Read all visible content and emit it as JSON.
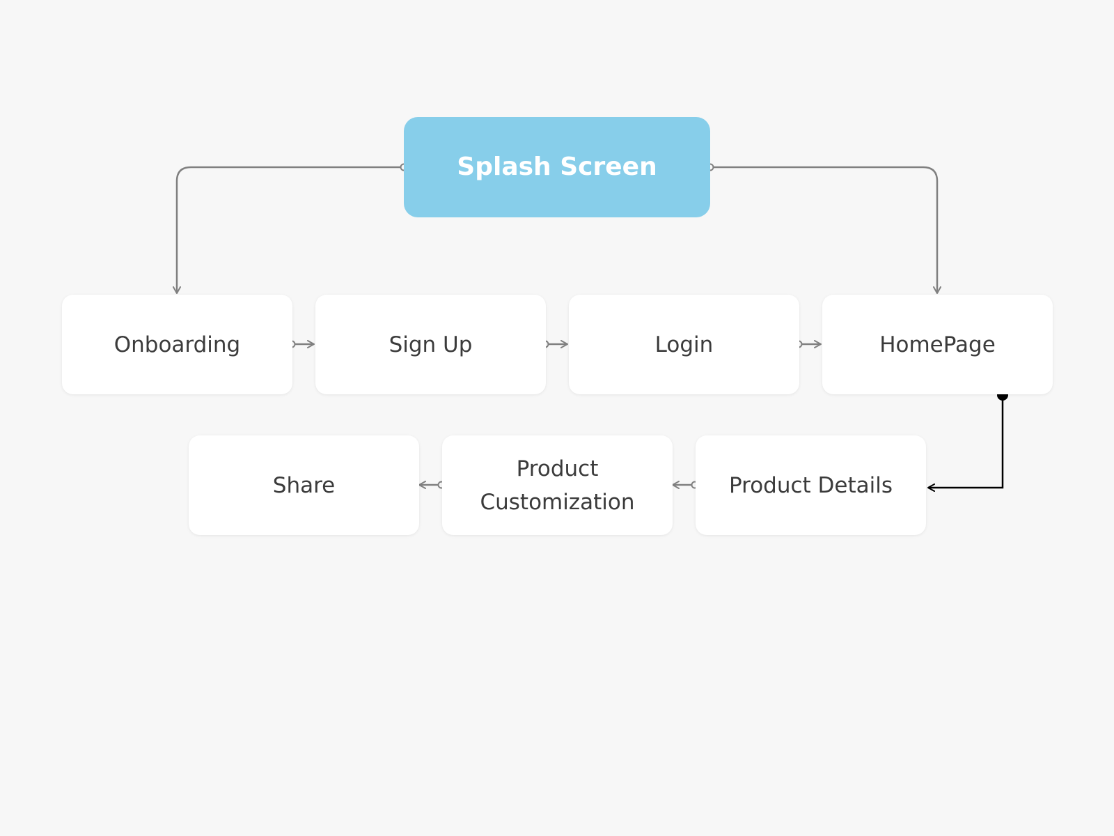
{
  "colors": {
    "background": "#f7f7f7",
    "primary_node": "#87ceea",
    "node": "#ffffff",
    "text": "#3b3b3b",
    "connector": "#808080",
    "highlight_connector": "#000000"
  },
  "nodes": {
    "splash": "Splash Screen",
    "onboarding": "Onboarding",
    "signup": "Sign Up",
    "login": "Login",
    "homepage": "HomePage",
    "product_details": "Product Details",
    "product_customization": "Product\nCustomization",
    "share": "Share"
  },
  "edges": [
    {
      "from": "Splash Screen",
      "to": "Onboarding"
    },
    {
      "from": "Splash Screen",
      "to": "HomePage"
    },
    {
      "from": "Onboarding",
      "to": "Sign Up"
    },
    {
      "from": "Sign Up",
      "to": "Login"
    },
    {
      "from": "Login",
      "to": "HomePage"
    },
    {
      "from": "HomePage",
      "to": "Product Details"
    },
    {
      "from": "Product Details",
      "to": "Product Customization"
    },
    {
      "from": "Product Customization",
      "to": "Share"
    }
  ]
}
